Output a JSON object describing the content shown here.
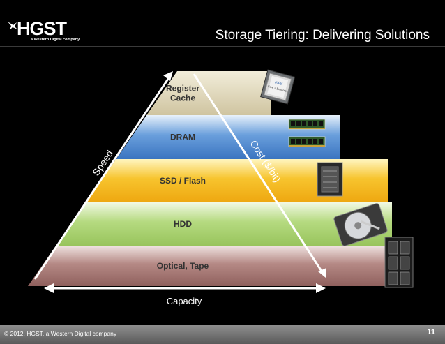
{
  "brand": {
    "logo_text": "HGST",
    "logo_subtext": "a Western Digital company"
  },
  "slide": {
    "title": "Storage Tiering: Delivering Solutions",
    "page_number": "11"
  },
  "tiers": [
    {
      "label_lines": [
        "Register",
        "Cache"
      ],
      "color": "#d8cfaf",
      "icon": "cpu-processor-icon",
      "cpu_text": [
        "intel",
        "Core 2 Extreme"
      ]
    },
    {
      "label_lines": [
        "DRAM"
      ],
      "color": "#4a86cf",
      "icon": "memory-module-icon"
    },
    {
      "label_lines": [
        "SSD / Flash"
      ],
      "color": "#f3b21b",
      "icon": "ssd-drive-icon"
    },
    {
      "label_lines": [
        "HDD"
      ],
      "color": "#a8d070",
      "icon": "hard-disk-icon"
    },
    {
      "label_lines": [
        "Optical, Tape"
      ],
      "color": "#a67774",
      "icon": "tape-library-icon"
    }
  ],
  "arrows": {
    "speed_label": "Speed",
    "cost_label": "Cost ($/bit)",
    "capacity_label": "Capacity"
  },
  "footer": {
    "copyright": "© 2012, HGST, a Western Digital company"
  }
}
